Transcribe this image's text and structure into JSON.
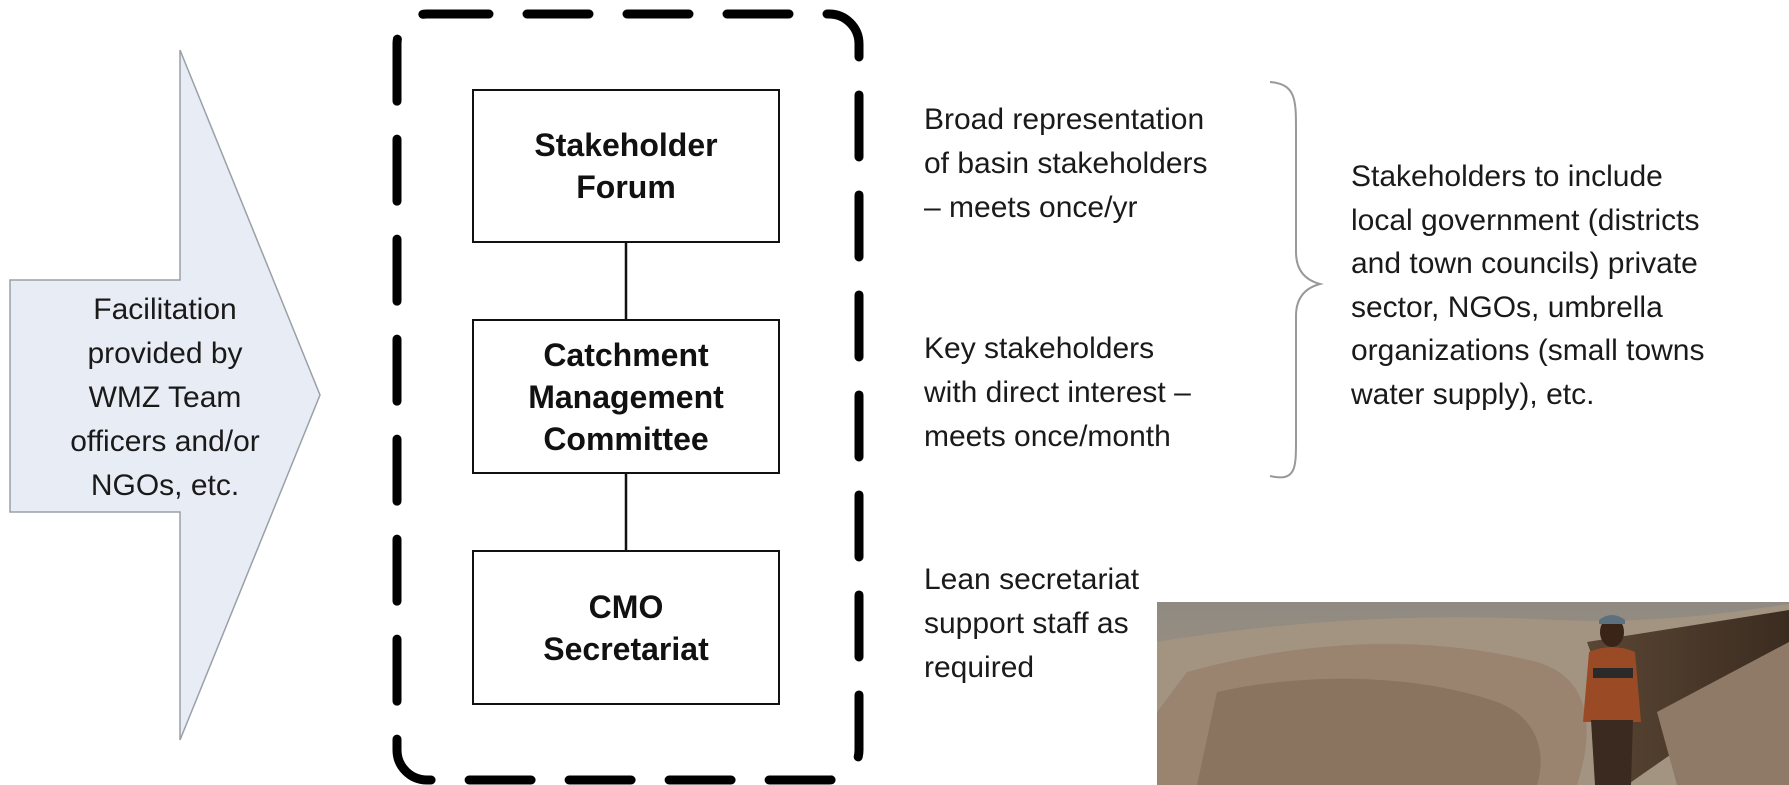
{
  "facilitation": {
    "lines": [
      "Facilitation",
      "provided by",
      "WMZ Team",
      "officers and/or",
      "NGOs, etc."
    ]
  },
  "structure": {
    "levels": [
      {
        "lines": [
          "Stakeholder",
          "Forum"
        ]
      },
      {
        "lines": [
          "Catchment",
          "Management",
          "Committee"
        ]
      },
      {
        "lines": [
          "CMO",
          "Secretariat"
        ]
      }
    ]
  },
  "descriptions": [
    {
      "lines": [
        "Broad representation",
        "of basin stakeholders",
        "– meets once/yr"
      ]
    },
    {
      "lines": [
        "Key stakeholders",
        "with direct interest –",
        "meets once/month"
      ]
    },
    {
      "lines": [
        "Lean secretariat",
        "support staff as",
        "required"
      ]
    }
  ],
  "stakeholder_note": {
    "lines": [
      "Stakeholders to include",
      "local government (districts",
      "and town councils) private",
      "sector, NGOs, umbrella",
      "organizations (small towns",
      "water supply), etc."
    ]
  },
  "colors": {
    "arrow_fill": "#e8edf5",
    "arrow_stroke": "#9aa0a8",
    "dash_stroke": "#000000",
    "brace_stroke": "#999999"
  }
}
